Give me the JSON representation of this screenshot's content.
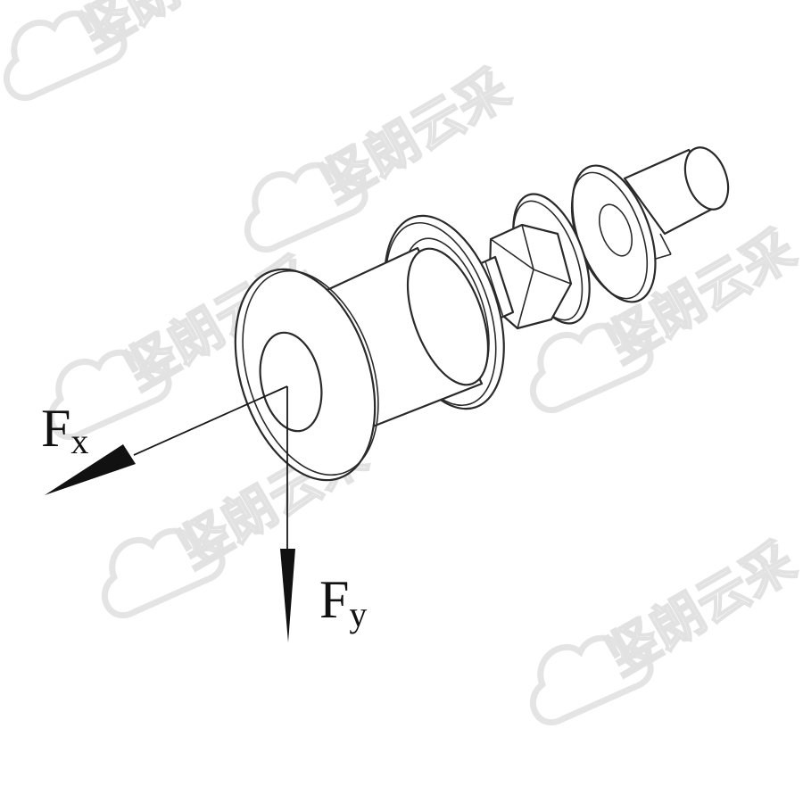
{
  "watermark": {
    "text": "竖朗云采"
  },
  "forces": {
    "fx": {
      "symbol": "F",
      "subscript": "x"
    },
    "fy": {
      "symbol": "F",
      "subscript": "y"
    }
  },
  "colors": {
    "line": "#2a2a2a",
    "arrow": "#111111",
    "watermark": "#e2e2e2",
    "background": "#ffffff"
  }
}
